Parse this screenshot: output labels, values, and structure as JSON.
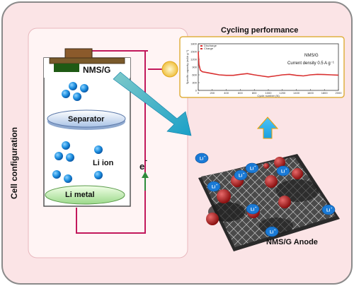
{
  "labels": {
    "side_title": "Cell configuration",
    "cathode": "NMS/G",
    "separator": "Separator",
    "li_ion": "Li ion",
    "li_metal": "Li metal",
    "electron": "e",
    "electron_sup": "-",
    "cycling_title": "Cycling performance",
    "anode_title": "NMS/G Anode",
    "li_plus": "Li",
    "li_plus_sup": "+"
  },
  "chart_data": {
    "type": "line",
    "xlabel": "Cycle number (N)",
    "ylabel": "Specific capacity (mAh g⁻¹)",
    "x_ticks": [
      "0",
      "200",
      "400",
      "600",
      "800",
      "1000",
      "1200",
      "1400",
      "1600",
      "1800",
      "2000"
    ],
    "y_ticks": [
      "0",
      "300",
      "600",
      "900",
      "1200",
      "1500",
      "1800"
    ],
    "xlim": [
      0,
      2000
    ],
    "ylim": [
      0,
      1800
    ],
    "legend": [
      "Discharge",
      "Charge"
    ],
    "annotations": [
      "NMS/G",
      "Current density 0.5 A g⁻¹"
    ],
    "series": [
      {
        "name": "Discharge",
        "x": [
          0,
          10,
          30,
          60,
          120,
          200,
          300,
          400,
          500,
          600,
          700,
          800,
          900,
          1000,
          1100,
          1200,
          1300,
          1400,
          1500,
          1600,
          1700,
          1800,
          1900,
          2000
        ],
        "y": [
          1500,
          1000,
          780,
          720,
          690,
          650,
          600,
          580,
          580,
          620,
          650,
          600,
          560,
          520,
          560,
          600,
          620,
          580,
          560,
          600,
          620,
          610,
          600,
          590
        ]
      }
    ],
    "colors": {
      "line": "#d93030",
      "axis": "#333333"
    }
  }
}
